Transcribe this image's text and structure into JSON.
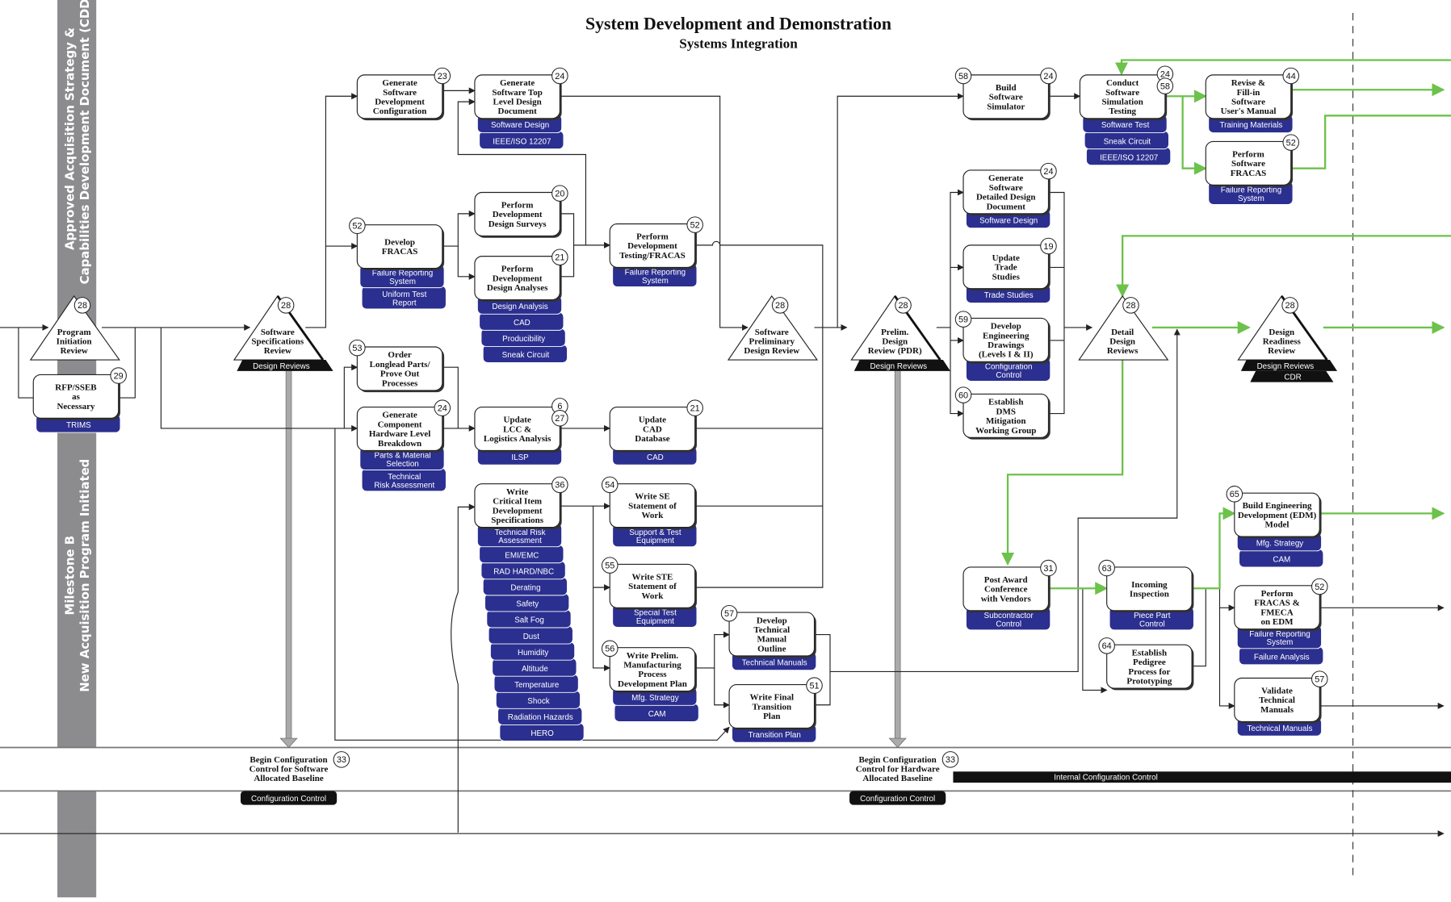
{
  "header": {
    "title": "System Development and Demonstration",
    "subtitle": "Systems Integration"
  },
  "sidebar": {
    "top_lines": [
      "Approved Acquisition Strategy &",
      "Capabilities Development Document (CDD)"
    ],
    "bottom_lines": [
      "Milestone B",
      "New Acquisition Program Initiated"
    ]
  },
  "colors": {
    "tag_fill": "#2b2f8f",
    "flow_green": "#6cc24a",
    "sidebar_gray": "#8c8c8e",
    "label_black": "#111111"
  },
  "processes": [
    {
      "id": "gen_sw_dev_config",
      "title": [
        "Generate",
        "Software",
        "Development",
        "Configuration"
      ],
      "badges": [
        "23"
      ],
      "tags": []
    },
    {
      "id": "gen_sw_top",
      "title": [
        "Generate",
        "Software Top",
        "Level Design",
        "Document"
      ],
      "badges": [
        "24"
      ],
      "tags": [
        [
          "Software Design"
        ],
        [
          "IEEE/ISO 12207"
        ]
      ]
    },
    {
      "id": "develop_fracas",
      "title": [
        "Develop",
        "FRACAS"
      ],
      "badges": [
        "52"
      ],
      "tags": [
        [
          "Failure Reporting",
          "System"
        ],
        [
          "Uniform Test",
          "Report"
        ]
      ]
    },
    {
      "id": "perf_dev_surveys",
      "title": [
        "Perform",
        "Development",
        "Design Surveys"
      ],
      "badges": [
        "20"
      ],
      "tags": []
    },
    {
      "id": "perf_dev_analyses",
      "title": [
        "Perform",
        "Development",
        "Design Analyses"
      ],
      "badges": [
        "21"
      ],
      "tags": [
        [
          "Design Analysis"
        ],
        [
          "CAD"
        ],
        [
          "Producibility"
        ],
        [
          "Sneak Circuit"
        ]
      ]
    },
    {
      "id": "perf_dev_testing",
      "title": [
        "Perform",
        "Development",
        "Testing/FRACAS"
      ],
      "badges": [
        "52"
      ],
      "tags": [
        [
          "Failure Reporting",
          "System"
        ]
      ]
    },
    {
      "id": "order_longlead",
      "title": [
        "Order",
        "Longlead Parts/",
        "Prove Out",
        "Processes"
      ],
      "badges": [
        "53"
      ],
      "tags": []
    },
    {
      "id": "gen_comp_hw",
      "title": [
        "Generate",
        "Component",
        "Hardware Level",
        "Breakdown"
      ],
      "badges": [
        "24"
      ],
      "tags": [
        [
          "Parts & Material",
          "Selection"
        ],
        [
          "Technical",
          "Risk Assessment"
        ]
      ]
    },
    {
      "id": "update_lcc",
      "title": [
        "Update",
        "LCC &",
        "Logistics Analysis"
      ],
      "badges": [
        "6",
        "27"
      ],
      "tags": [
        [
          "ILSP"
        ]
      ]
    },
    {
      "id": "update_cad",
      "title": [
        "Update",
        "CAD",
        "Database"
      ],
      "badges": [
        "21"
      ],
      "tags": [
        [
          "CAD"
        ]
      ]
    },
    {
      "id": "write_critical",
      "title": [
        "Write",
        "Critical Item",
        "Development",
        "Specifications"
      ],
      "badges": [
        "36"
      ],
      "tags": [
        [
          "Technical Risk",
          "Assessment"
        ],
        [
          "EMI/EMC"
        ],
        [
          "RAD HARD/NBC"
        ],
        [
          "Derating"
        ],
        [
          "Safety"
        ],
        [
          "Salt Fog"
        ],
        [
          "Dust"
        ],
        [
          "Humidity"
        ],
        [
          "Altitude"
        ],
        [
          "Temperature"
        ],
        [
          "Shock"
        ],
        [
          "Radiation Hazards"
        ],
        [
          "HERO"
        ]
      ]
    },
    {
      "id": "write_se_sow",
      "title": [
        "Write SE",
        "Statement of",
        "Work"
      ],
      "badges": [
        "54"
      ],
      "tags": [
        [
          "Support & Test",
          "Equipment"
        ]
      ]
    },
    {
      "id": "write_ste_sow",
      "title": [
        "Write STE",
        "Statement of",
        "Work"
      ],
      "badges": [
        "55"
      ],
      "tags": [
        [
          "Special Test",
          "Equipment"
        ]
      ]
    },
    {
      "id": "write_prelim_mfg",
      "title": [
        "Write Prelim.",
        "Manufacturing",
        "Process",
        "Development Plan"
      ],
      "badges": [
        "56"
      ],
      "tags": [
        [
          "Mfg. Strategy"
        ],
        [
          "CAM"
        ]
      ]
    },
    {
      "id": "develop_tech_manual",
      "title": [
        "Develop",
        "Technical",
        "Manual",
        "Outline"
      ],
      "badges": [
        "57"
      ],
      "tags": [
        [
          "Technical Manuals"
        ]
      ]
    },
    {
      "id": "write_final_transition",
      "title": [
        "Write Final",
        "Transition",
        "Plan"
      ],
      "badges": [
        "51"
      ],
      "tags": [
        [
          "Transition Plan"
        ]
      ]
    },
    {
      "id": "rfp",
      "title": [
        "RFP/SSEB",
        "as",
        "Necessary"
      ],
      "badges": [
        "29"
      ],
      "tags": [
        [
          "TRIMS"
        ]
      ]
    },
    {
      "id": "build_sw_sim",
      "title": [
        "Build",
        "Software",
        "Simulator"
      ],
      "badges": [
        "58",
        "24"
      ],
      "tags": []
    },
    {
      "id": "conduct_sw_sim",
      "title": [
        "Conduct",
        "Software",
        "Simulation",
        "Testing"
      ],
      "badges": [
        "24",
        "58"
      ],
      "tags": [
        [
          "Software Test"
        ],
        [
          "Sneak Circuit"
        ],
        [
          "IEEE/ISO 12207"
        ]
      ]
    },
    {
      "id": "revise_manual",
      "title": [
        "Revise &",
        "Fill-in",
        "Software",
        "User's Manual"
      ],
      "badges": [
        "44"
      ],
      "tags": [
        [
          "Training Materials"
        ]
      ]
    },
    {
      "id": "perform_sw_fracas",
      "title": [
        "Perform",
        "Software",
        "FRACAS"
      ],
      "badges": [
        "52"
      ],
      "tags": [
        [
          "Failure Reporting",
          "System"
        ]
      ]
    },
    {
      "id": "gen_sw_detailed",
      "title": [
        "Generate",
        "Software",
        "Detailed Design",
        "Document"
      ],
      "badges": [
        "24"
      ],
      "tags": [
        [
          "Software Design"
        ]
      ]
    },
    {
      "id": "update_trade",
      "title": [
        "Update",
        "Trade",
        "Studies"
      ],
      "badges": [
        "19"
      ],
      "tags": [
        [
          "Trade Studies"
        ]
      ]
    },
    {
      "id": "develop_eng_drawings",
      "title": [
        "Develop",
        "Engineering",
        "Drawings",
        "(Levels I & II)"
      ],
      "badges": [
        "59"
      ],
      "tags": [
        [
          "Configuration",
          "Control"
        ]
      ]
    },
    {
      "id": "establish_dms",
      "title": [
        "Establish",
        "DMS",
        "Mitigation",
        "Working Group"
      ],
      "badges": [
        "60"
      ],
      "tags": []
    },
    {
      "id": "post_award",
      "title": [
        "Post Award",
        "Conference",
        "with Vendors"
      ],
      "badges": [
        "31"
      ],
      "tags": [
        [
          "Subcontractor",
          "Control"
        ]
      ]
    },
    {
      "id": "incoming_inspection",
      "title": [
        "Incoming",
        "Inspection"
      ],
      "badges": [
        "63"
      ],
      "tags": [
        [
          "Piece Part",
          "Control"
        ]
      ]
    },
    {
      "id": "establish_pedigree",
      "title": [
        "Establish",
        "Pedigree",
        "Process for",
        "Prototyping"
      ],
      "badges": [
        "64"
      ],
      "tags": []
    },
    {
      "id": "build_edm",
      "title": [
        "Build Engineering",
        "Development (EDM)",
        "Model"
      ],
      "badges": [
        "65"
      ],
      "tags": [
        [
          "Mfg. Strategy"
        ],
        [
          "CAM"
        ]
      ]
    },
    {
      "id": "perform_fracas_edm",
      "title": [
        "Perform",
        "FRACAS &",
        "FMECA",
        "on EDM"
      ],
      "badges": [
        "52"
      ],
      "tags": [
        [
          "Failure Reporting",
          "System"
        ],
        [
          "Failure Analysis"
        ]
      ]
    },
    {
      "id": "validate_manuals",
      "title": [
        "Validate",
        "Technical",
        "Manuals"
      ],
      "badges": [
        "57"
      ],
      "tags": [
        [
          "Technical Manuals"
        ]
      ]
    }
  ],
  "reviews": [
    {
      "id": "program_initiation",
      "title": [
        "Program",
        "Initiation",
        "Review"
      ],
      "badge": "28",
      "labels": []
    },
    {
      "id": "sw_spec_review",
      "title": [
        "Software",
        "Specifications",
        "Review"
      ],
      "badge": "28",
      "labels": [
        "Design Reviews"
      ]
    },
    {
      "id": "sw_prelim_design_review",
      "title": [
        "Software",
        "Preliminary",
        "Design Review"
      ],
      "badge": "28",
      "labels": []
    },
    {
      "id": "pdr",
      "title": [
        "Prelim.",
        "Design",
        "Review (PDR)"
      ],
      "badge": "28",
      "labels": [
        "Design Reviews"
      ]
    },
    {
      "id": "detail_design_reviews",
      "title": [
        "Detail",
        "Design",
        "Reviews"
      ],
      "badge": "28",
      "labels": []
    },
    {
      "id": "design_readiness",
      "title": [
        "Design",
        "Readiness",
        "Review"
      ],
      "badge": "28",
      "labels": [
        "Design Reviews",
        "CDR"
      ]
    }
  ],
  "milestones": [
    {
      "id": "sw_baseline",
      "title": [
        "Begin Configuration",
        "Control for Software",
        "Allocated Baseline"
      ],
      "badge": "33",
      "label": "Configuration Control"
    },
    {
      "id": "hw_baseline",
      "title": [
        "Begin Configuration",
        "Control for Hardware",
        "Allocated Baseline"
      ],
      "badge": "33",
      "label": "Configuration Control"
    }
  ],
  "internal_config_bar": "Internal Configuration Control"
}
